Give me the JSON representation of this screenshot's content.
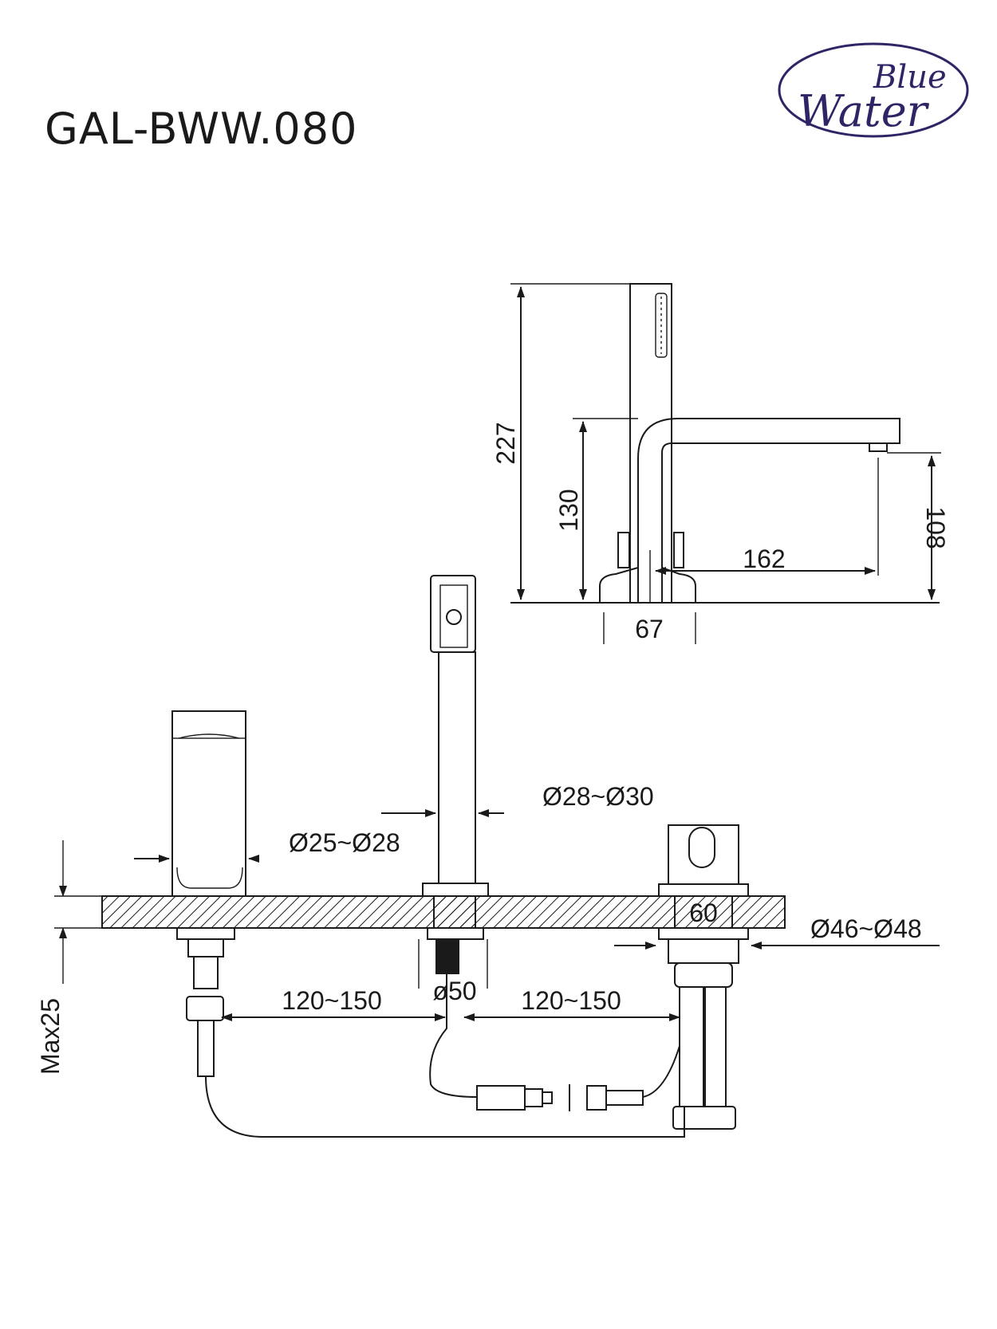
{
  "product": {
    "model": "GAL-BWW.080"
  },
  "brand": {
    "line1": "Blue",
    "line2": "Water",
    "color": "#2e2566"
  },
  "side_view": {
    "height_total": "227",
    "height_spout": "130",
    "height_outlet": "108",
    "reach": "162",
    "base_width": "67"
  },
  "front_view": {
    "deck_thickness": "Max25",
    "spout_dia": "Ø25~Ø28",
    "handshower_dia": "Ø28~Ø30",
    "mixer_dia": "Ø46~Ø48",
    "mixer_size": "60",
    "hole_dia": "ø50",
    "spacing_left": "120~150",
    "spacing_right": "120~150"
  }
}
